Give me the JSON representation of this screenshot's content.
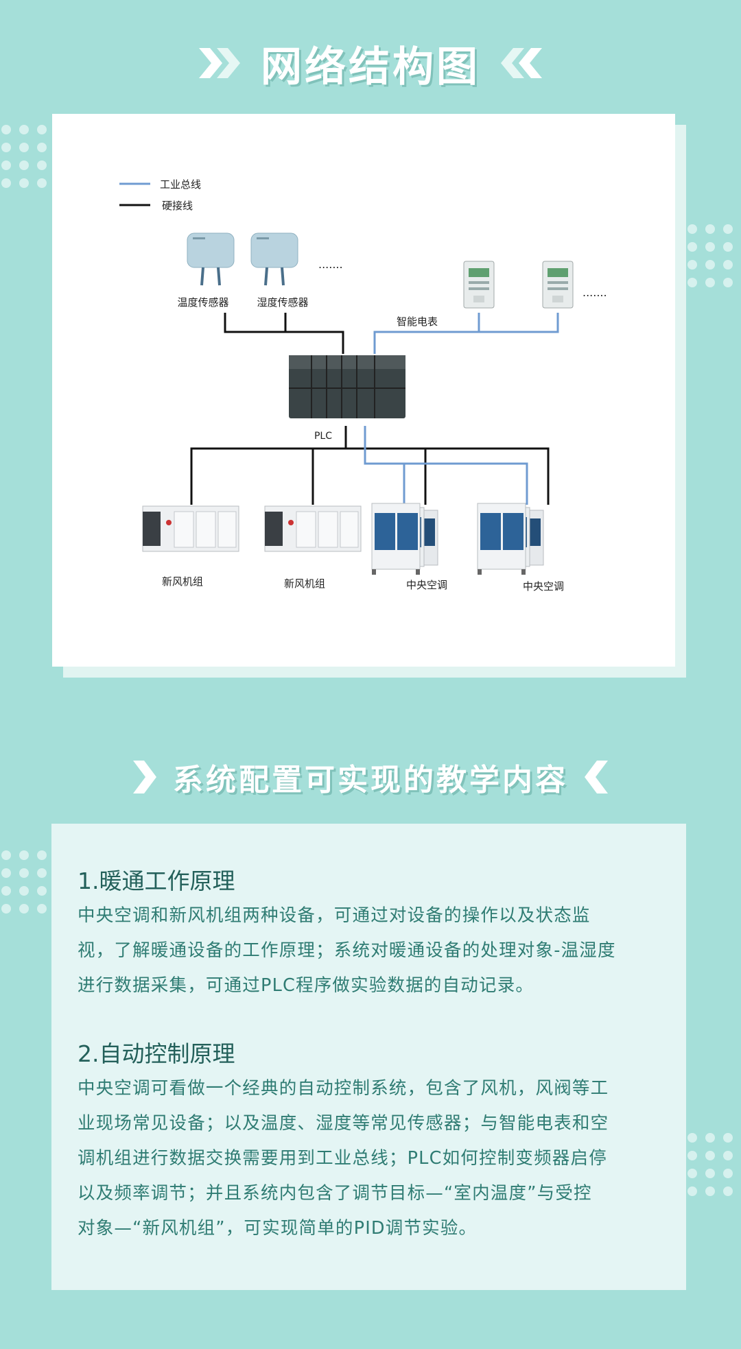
{
  "header": {
    "title": "网络结构图"
  },
  "diagram": {
    "legend": [
      {
        "label": "工业总线",
        "color": "#6f9bd1"
      },
      {
        "label": "硬接线",
        "color": "#111111"
      }
    ],
    "sensors": [
      "温度传感器",
      "湿度传感器"
    ],
    "sensor_ellipsis": ".......",
    "meter_label": "智能电表",
    "meter_ellipsis": ".......",
    "plc_label": "PLC",
    "units": [
      "新风机组",
      "新风机组",
      "中央空调",
      "中央空调"
    ]
  },
  "section2": {
    "title": "系统配置可实现的教学内容",
    "items": [
      {
        "heading": "1.暖通工作原理",
        "lines": [
          "中央空调和新风机组两种设备，可通过对设备的操作以及状态监",
          "视，了解暖通设备的工作原理；系统对暖通设备的处理对象-温湿度",
          "进行数据采集，可通过PLC程序做实验数据的自动记录。"
        ]
      },
      {
        "heading": "2.自动控制原理",
        "lines": [
          "中央空调可看做一个经典的自动控制系统，包含了风机，风阀等工",
          "业现场常见设备；以及温度、湿度等常见传感器；与智能电表和空",
          "调机组进行数据交换需要用到工业总线；PLC如何控制变频器启停",
          "以及频率调节；并且系统内包含了调节目标—“室内温度”与受控",
          "对象—“新风机组”，可实现简单的PID调节实验。"
        ]
      }
    ]
  },
  "colors": {
    "background": "#a5dfd9",
    "accent": "#2f7c73",
    "bus": "#6f9bd1"
  }
}
